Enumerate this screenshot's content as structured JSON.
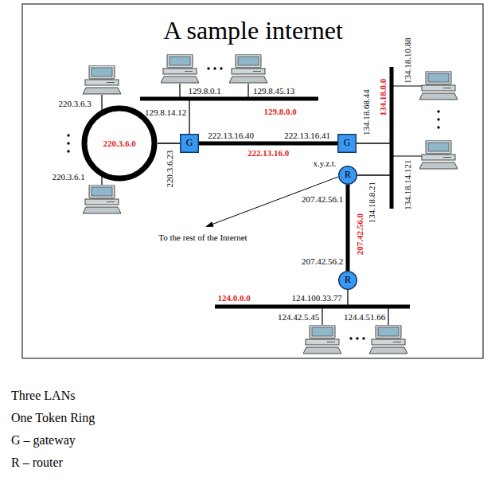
{
  "diagram": {
    "title": "A sample internet",
    "nodes": [
      {
        "text": [
          "220.3.6.0"
        ]
      },
      {
        "text": [
          "G"
        ]
      },
      {
        "text": [
          "G"
        ]
      },
      {
        "text": [
          "R"
        ]
      },
      {
        "text": [
          "R"
        ]
      }
    ],
    "edges": [
      {
        "from": 0,
        "to": 1,
        "arrow": "none"
      },
      {
        "from": 1,
        "to": 2,
        "label": "222.13.16.0",
        "arrow": "none"
      },
      {
        "from": 3,
        "to": 4,
        "label": "207.42.56.0",
        "arrow": "none"
      }
    ],
    "labels": [
      "129.8.0.1",
      "129.8.45.13",
      "129.8.14.12",
      "129.8.0.0",
      "220.3.6.3",
      "220.3.6.1",
      "220.3.6.23",
      "222.13.16.40",
      "222.13.16.41",
      "134.18.10.88",
      "134.18.68.44",
      "134.18.0.0",
      "134.18.14.121",
      "x.y.z.t.",
      "207.42.56.1",
      "134.18.8.21",
      "To the rest of the Internet",
      "207.42.56.2",
      "124.0.0.0",
      "124.100.33.77",
      "124.42.5.45",
      "124.4.51.66",
      "Three LANs",
      "One Token Ring",
      "G – gateway",
      "R – router"
    ]
  }
}
